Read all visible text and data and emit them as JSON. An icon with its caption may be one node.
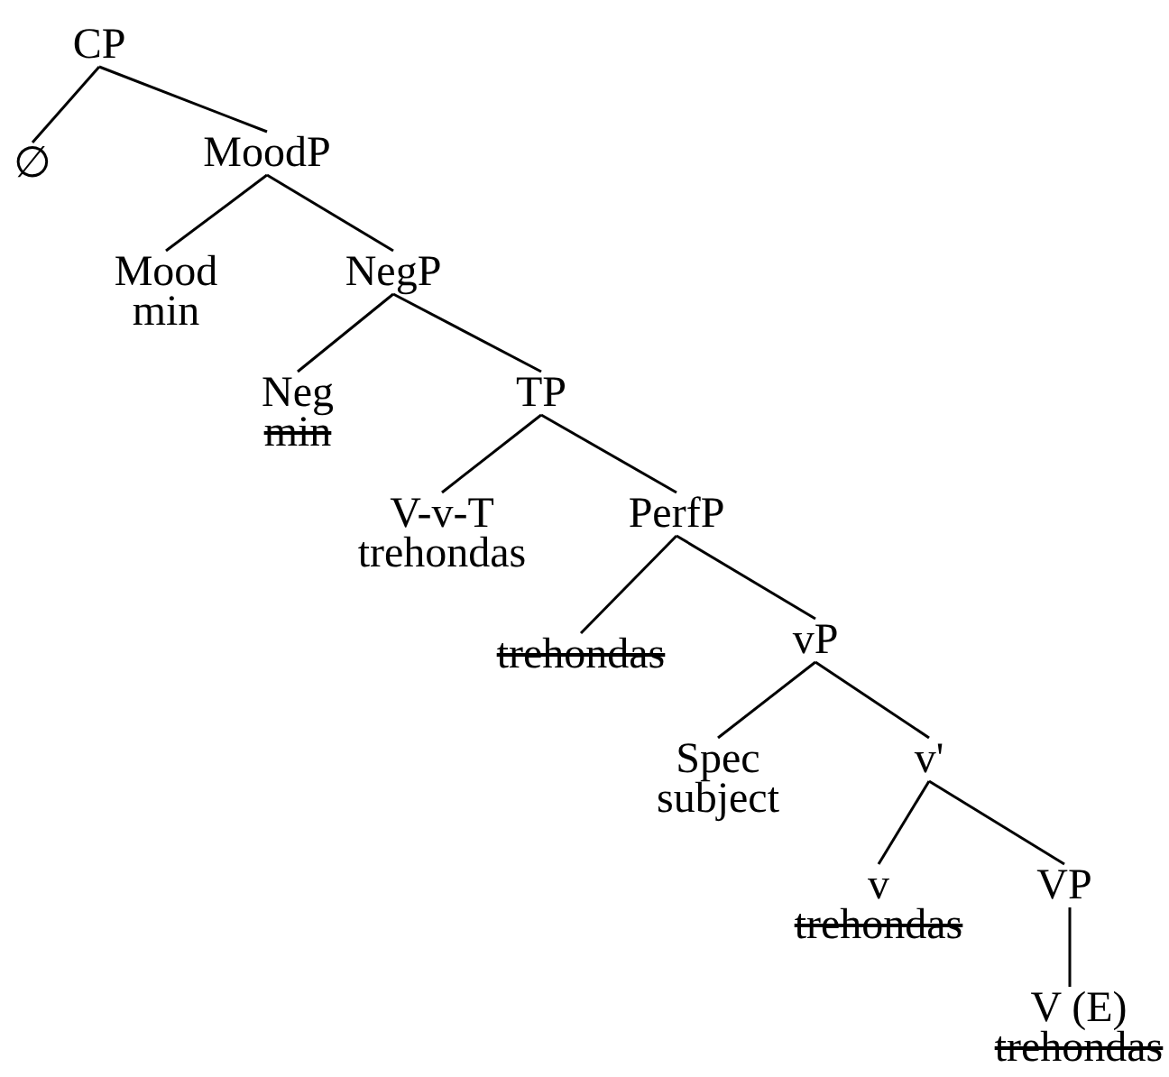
{
  "diagram": {
    "nodes": [
      {
        "text": [
          "CP"
        ]
      },
      {
        "text": [
          "∅"
        ]
      },
      {
        "text": [
          "MoodP"
        ]
      },
      {
        "text": [
          "Mood",
          "min"
        ]
      },
      {
        "text": [
          "NegP"
        ]
      },
      {
        "text": [
          "Neg",
          "min"
        ]
      },
      {
        "text": [
          "TP"
        ]
      },
      {
        "text": [
          "V-v-T",
          "trehondas"
        ]
      },
      {
        "text": [
          "PerfP"
        ]
      },
      {
        "text": [
          "trehondas"
        ]
      },
      {
        "text": [
          "vP"
        ]
      },
      {
        "text": [
          "Spec",
          "subject"
        ]
      },
      {
        "text": [
          "v'"
        ]
      },
      {
        "text": [
          "v",
          "trehondas"
        ]
      },
      {
        "text": [
          "VP"
        ]
      },
      {
        "text": [
          "V (E)",
          "trehondas"
        ]
      }
    ],
    "edges": [
      {
        "from": 0,
        "to": 1,
        "arrow": "none"
      },
      {
        "from": 0,
        "to": 2,
        "arrow": "none"
      },
      {
        "from": 2,
        "to": 3,
        "arrow": "none"
      },
      {
        "from": 2,
        "to": 4,
        "arrow": "none"
      },
      {
        "from": 4,
        "to": 5,
        "arrow": "none"
      },
      {
        "from": 4,
        "to": 6,
        "arrow": "none"
      },
      {
        "from": 6,
        "to": 7,
        "arrow": "none"
      },
      {
        "from": 6,
        "to": 8,
        "arrow": "none"
      },
      {
        "from": 8,
        "to": 9,
        "arrow": "none"
      },
      {
        "from": 8,
        "to": 10,
        "arrow": "none"
      },
      {
        "from": 10,
        "to": 11,
        "arrow": "none"
      },
      {
        "from": 10,
        "to": 12,
        "arrow": "none"
      },
      {
        "from": 12,
        "to": 13,
        "arrow": "none"
      },
      {
        "from": 12,
        "to": 14,
        "arrow": "none"
      },
      {
        "from": 14,
        "to": 15,
        "arrow": "none"
      }
    ]
  }
}
